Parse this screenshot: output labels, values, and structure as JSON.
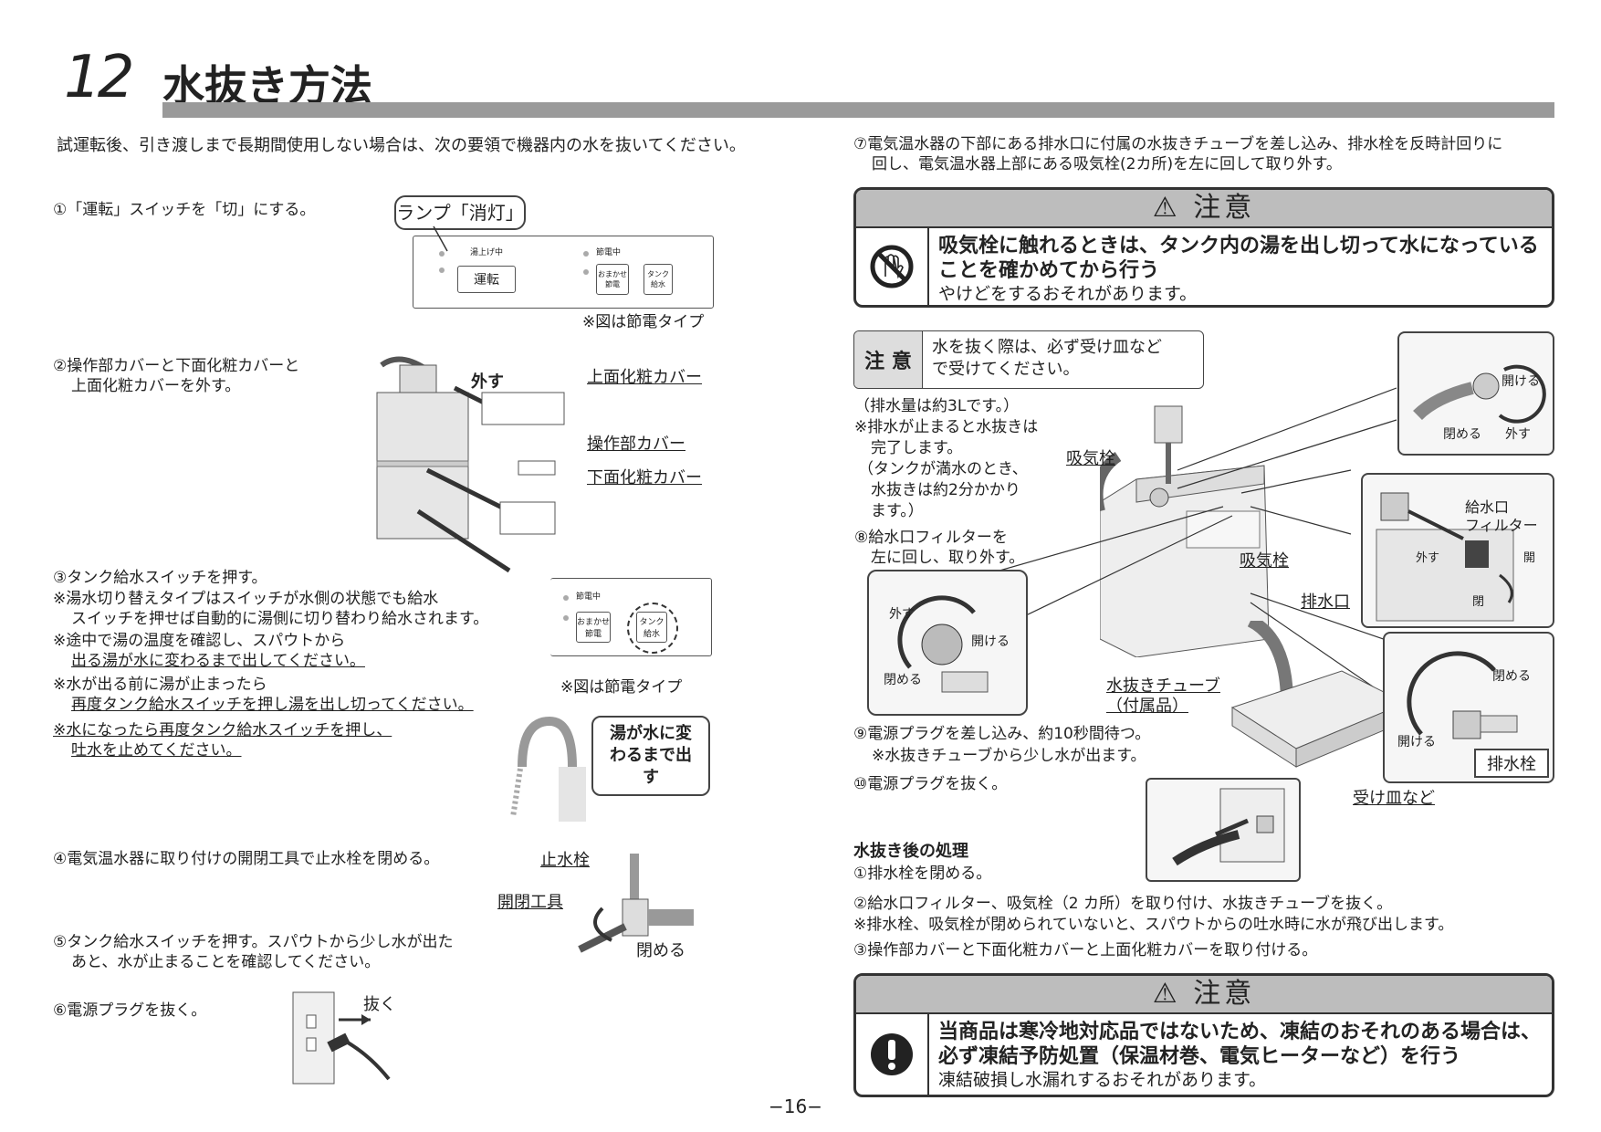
{
  "section": {
    "number": "12",
    "title": "水抜き方法"
  },
  "intro": "試運転後、引き渡しまで長期間使用しない場合は、次の要領で機器内の水を抜いてください。",
  "left": {
    "step1": "①「運転」スイッチを「切」にする。",
    "lamp_callout": "ランプ「消灯」",
    "panel1": {
      "label_hot": "湯上げ中",
      "btn_run": "運転",
      "label_save": "節電中",
      "btn_omakase": "おまかせ節電",
      "btn_tank": "タンク給水"
    },
    "note_type1": "※図は節電タイプ",
    "step2_line1": "②操作部カバーと下面化粧カバーと",
    "step2_line2": "上面化粧カバーを外す。",
    "remove_label": "外す",
    "label_top_cover": "上面化粧カバー",
    "label_panel_cover": "操作部カバー",
    "label_bottom_cover": "下面化粧カバー",
    "step3": "③タンク給水スイッチを押す。",
    "step3_note1_l1": "※湯水切り替えタイプはスイッチが水側の状態でも給水",
    "step3_note1_l2": "スイッチを押せば自動的に湯側に切り替わり給水されます。",
    "step3_note2_l1": "※途中で湯の温度を確認し、スパウトから",
    "step3_note2_l2": "出る湯が水に変わるまで出してください。",
    "step3_note3_l1": "※水が出る前に湯が止まったら",
    "step3_note3_l2": "再度タンク給水スイッチを押し湯を出し切ってください。",
    "step3_note4_l1": "※水になったら再度タンク給水スイッチを押し、",
    "step3_note4_l2": "吐水を止めてください。",
    "panel2": {
      "label_save": "節電中",
      "btn_omakase": "おまかせ節電",
      "btn_tank": "タンク給水"
    },
    "note_type2": "※図は節電タイプ",
    "spout_callout": "湯が水に変わるまで出す",
    "step4": "④電気温水器に取り付けの開閉工具で止水栓を閉める。",
    "label_stopcock": "止水栓",
    "label_tool": "開閉工具",
    "label_close": "閉める",
    "step5_l1": "⑤タンク給水スイッチを押す。スパウトから少し水が出た",
    "step5_l2": "あと、水が止まることを確認してください。",
    "step6": "⑥電源プラグを抜く。",
    "label_unplug": "抜く"
  },
  "right": {
    "step7_l1": "⑦電気温水器の下部にある排水口に付属の水抜きチューブを差し込み、排水栓を反時計回りに",
    "step7_l2": "回し、電気温水器上部にある吸気栓(2カ所)を左に回して取り外す。",
    "caution1": {
      "header": "注意",
      "strong_l1": "吸気栓に触れるときは、タンク内の湯を出し切って水になっている",
      "strong_l2": "ことを確かめてから行う",
      "normal": "やけどをするおそれがあります。"
    },
    "note_box": {
      "tag": "注 意",
      "text_l1": "水を抜く際は、必ず受け皿など",
      "text_l2": "で受けてください。"
    },
    "drain_amount": "（排水量は約3Lです。）",
    "drain_note_l1": "※排水が止まると水抜きは",
    "drain_note_l2": "完了します。",
    "drain_note_l3": "（タンクが満水のとき、",
    "drain_note_l4": "水抜きは約2分かかり",
    "drain_note_l5": "ます。）",
    "step8_l1": "⑧給水口フィルターを",
    "step8_l2": "左に回し、取り外す。",
    "label_air_valve1": "吸気栓",
    "label_air_valve2": "吸気栓",
    "label_drain_port": "排水口",
    "label_tube_l1": "水抜きチューブ",
    "label_tube_l2": "（付属品）",
    "label_tray": "受け皿など",
    "label_drain_valve": "排水栓",
    "label_inlet_filter_l1": "給水口",
    "label_inlet_filter_l2": "フィルター",
    "label_open": "開ける",
    "label_close": "閉める",
    "label_remove": "外す",
    "label_kai": "開",
    "label_hei": "閉",
    "step9": "⑨電源プラグを差し込み、約10秒間待つ。",
    "step9_note": "※水抜きチューブから少し水が出ます。",
    "step10": "⑩電源プラグを抜く。",
    "after_title": "水抜き後の処理",
    "after1": "①排水栓を閉める。",
    "after2": "②給水口フィルター、吸気栓（2 カ所）を取り付け、水抜きチューブを抜く。",
    "after2_note": "※排水栓、吸気栓が閉められていないと、スパウトからの吐水時に水が飛び出します。",
    "after3": "③操作部カバーと下面化粧カバーと上面化粧カバーを取り付ける。",
    "caution2": {
      "header": "注意",
      "strong_l1": "当商品は寒冷地対応品ではないため、凍結のおそれのある場合は、",
      "strong_l2": "必ず凍結予防処置（保温材巻、電気ヒーターなど）を行う",
      "normal": "凍結破損し水漏れするおそれがあります。"
    }
  },
  "page_number": "−16−"
}
